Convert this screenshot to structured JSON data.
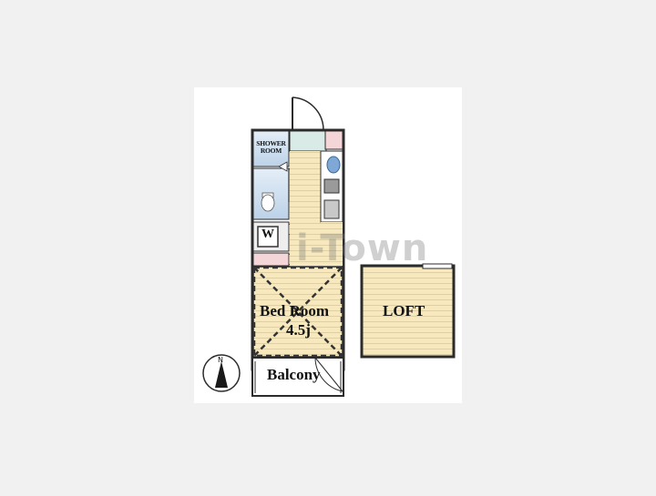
{
  "rooms": {
    "shower": "SHOWER\nROOM",
    "washer": "W",
    "bedroom": "Bed Room",
    "bedroom_size": "4.5j",
    "loft": "LOFT",
    "balcony": "Balcony"
  },
  "watermark": "i-Town",
  "compass": "N",
  "colors": {
    "wall": "#2b2b2b",
    "floor_wood": "#f6e7b5",
    "wet_area": "#cfe0f0",
    "pink_tile": "#f5d6d8",
    "background": "#ffffff",
    "page": "#f1f1f1"
  }
}
